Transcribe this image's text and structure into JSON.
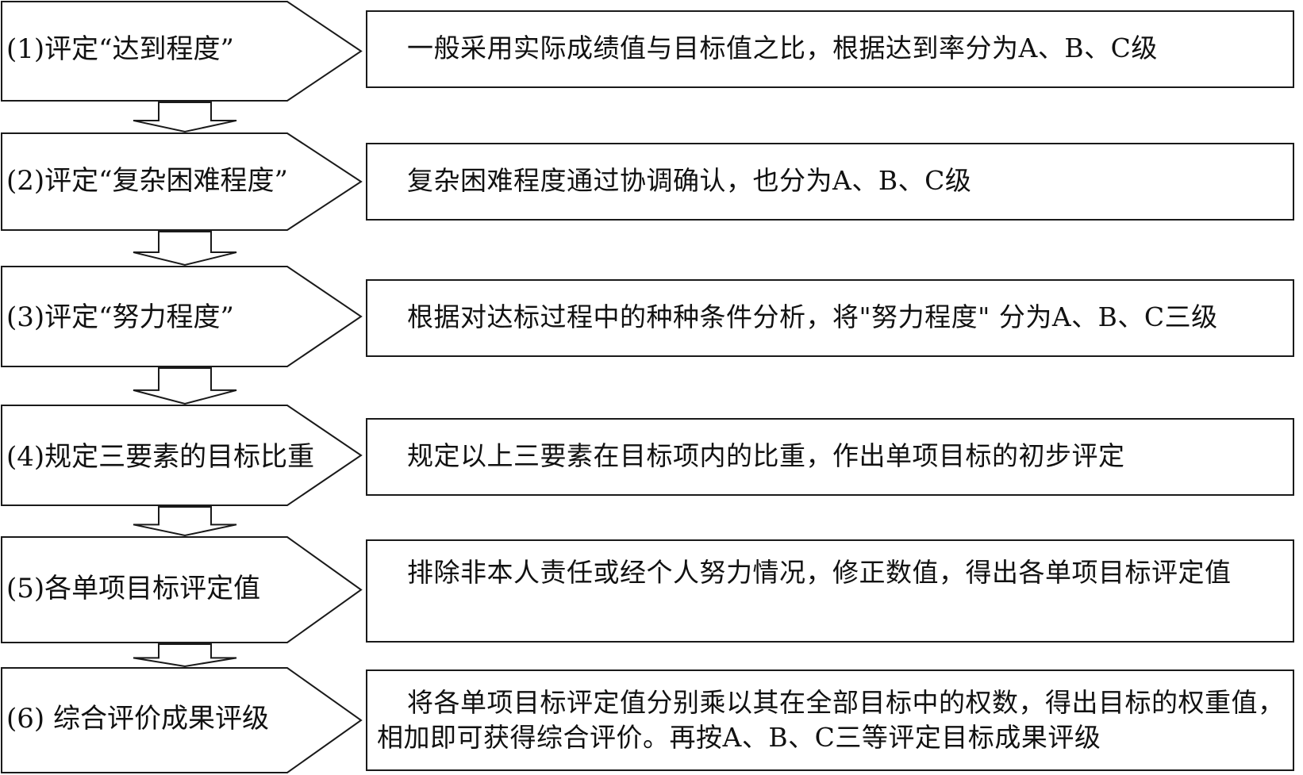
{
  "steps": [
    {
      "label": "(1)评定“达到程度”",
      "desc": "一般采用实际成绩值与目标值之比，根据达到率分为A、B、C级"
    },
    {
      "label": "(2)评定“复杂困难程度”",
      "desc": "复杂困难程度通过协调确认，也分为A、B、C级"
    },
    {
      "label": "(3)评定“努力程度”",
      "desc": "根据对达标过程中的种种条件分析，将\"努力程度\" 分为A、B、C三级"
    },
    {
      "label": "(4)规定三要素的目标比重",
      "desc": "规定以上三要素在目标项内的比重，作出单项目标的初步评定"
    },
    {
      "label": "(5)各单项目标评定值",
      "desc": "排除非本人责任或经个人努力情况，修正数值，得出各单项目标评定值"
    },
    {
      "label": "(6) 综合评价成果评级",
      "desc": "将各单项目标评定值分别乘以其在全部目标中的权数，得出目标的权重值，相加即可获得综合评价。再按A、B、C三等评定目标成果评级"
    }
  ],
  "colors": {
    "stroke": "#1a1a1a",
    "fill": "#ffffff"
  }
}
